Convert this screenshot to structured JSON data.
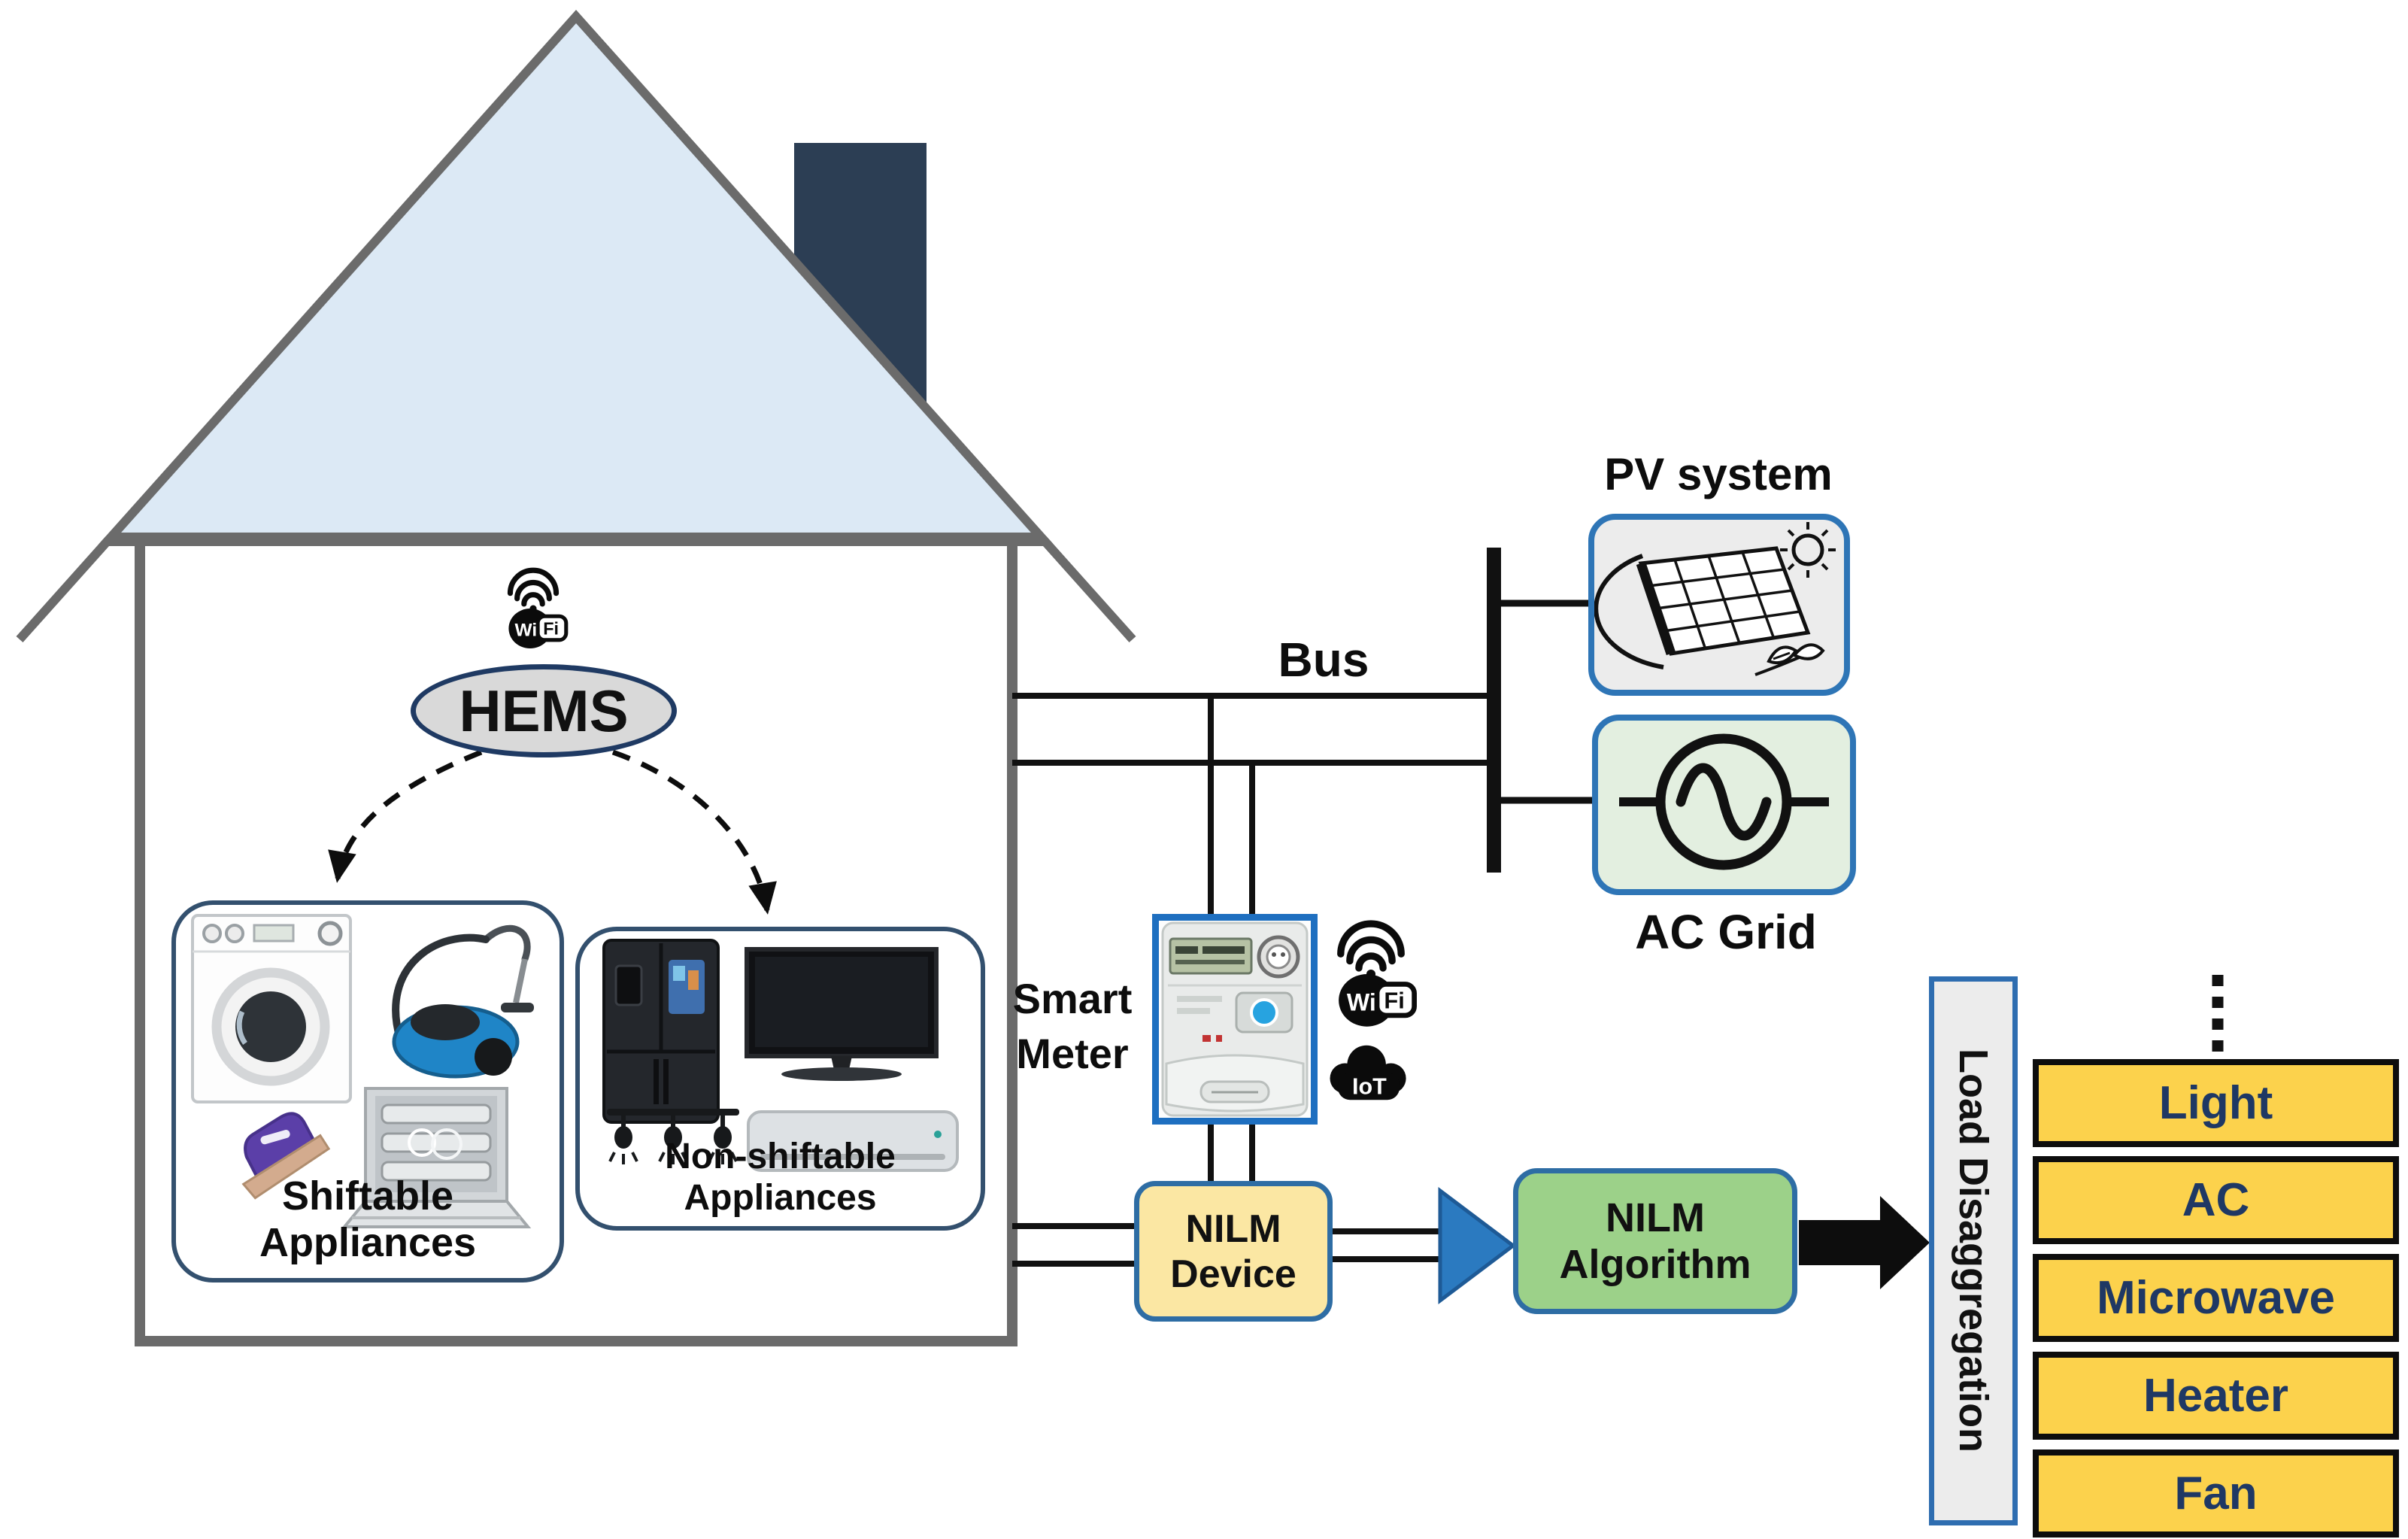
{
  "house": {
    "hems_label": "HEMS",
    "shiftable_label": "Shiftable Appliances",
    "nonshiftable_label": "Non-shiftable Appliances"
  },
  "wifi_icon": {
    "wi": "Wi",
    "fi": "Fi"
  },
  "meter_wifi_icon": {
    "wi": "Wi",
    "fi": "Fi"
  },
  "iot_icon": {
    "label": "IoT"
  },
  "bus": {
    "label": "Bus"
  },
  "pv": {
    "label": "PV system"
  },
  "ac_grid": {
    "label": "AC Grid"
  },
  "smart_meter": {
    "label_line1": "Smart",
    "label_line2": "Meter"
  },
  "nilm_device": {
    "line1": "NILM",
    "line2": "Device"
  },
  "nilm_algorithm": {
    "line1": "NILM",
    "line2": "Algorithm"
  },
  "load_disaggregation": {
    "label": "Load Disaggregation"
  },
  "outputs": {
    "items": [
      {
        "label": "Light"
      },
      {
        "label": "AC"
      },
      {
        "label": "Microwave"
      },
      {
        "label": "Heater"
      },
      {
        "label": "Fan"
      }
    ]
  },
  "colors": {
    "roof_fill": "#dce9f5",
    "outline_gray": "#6b6b6b",
    "chimney": "#2c3e54",
    "hems_fill": "#d9d9d9",
    "hems_border": "#1f3a63",
    "blue_border": "#2e6da4",
    "pv_fill": "#ececec",
    "ac_grid_fill": "#e3efe0",
    "nilm_device_fill": "#fbe7a3",
    "nilm_algorithm_fill": "#9cd189",
    "load_box_fill": "#ececec",
    "output_fill": "#fcd24c",
    "output_text": "#1f3864",
    "arrow_blue": "#2b7ac0",
    "wire": "#111111"
  },
  "icons": {
    "house_wifi": "wifi-icon",
    "meter_wifi": "wifi-icon",
    "iot": "iot-cloud-icon",
    "pv": "solar-panel-icon",
    "ac_source": "ac-sine-wave-icon",
    "shiftable_appliances": [
      "washing-machine-icon",
      "vacuum-cleaner-icon",
      "iron-icon",
      "dishwasher-icon"
    ],
    "nonshiftable_appliances": [
      "refrigerator-icon",
      "tv-icon",
      "ceiling-lights-icon",
      "air-conditioner-icon"
    ]
  }
}
